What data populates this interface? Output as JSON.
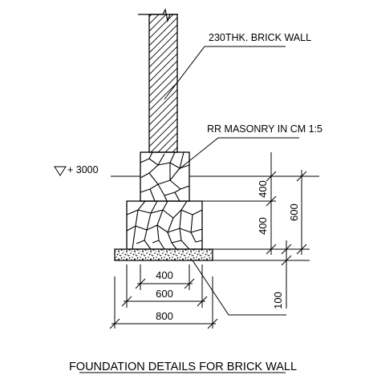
{
  "labels": {
    "brick_wall": "230THK. BRICK WALL",
    "masonry": "RR MASONRY IN CM 1:5",
    "level": "+ 3000"
  },
  "dimensions": {
    "h_upper": "400",
    "h_lower": "400",
    "h_total": "600",
    "pcc_thk": "100",
    "w_400": "400",
    "w_600": "600",
    "w_800": "800"
  },
  "title": "FOUNDATION DETAILS FOR BRICK WALL"
}
